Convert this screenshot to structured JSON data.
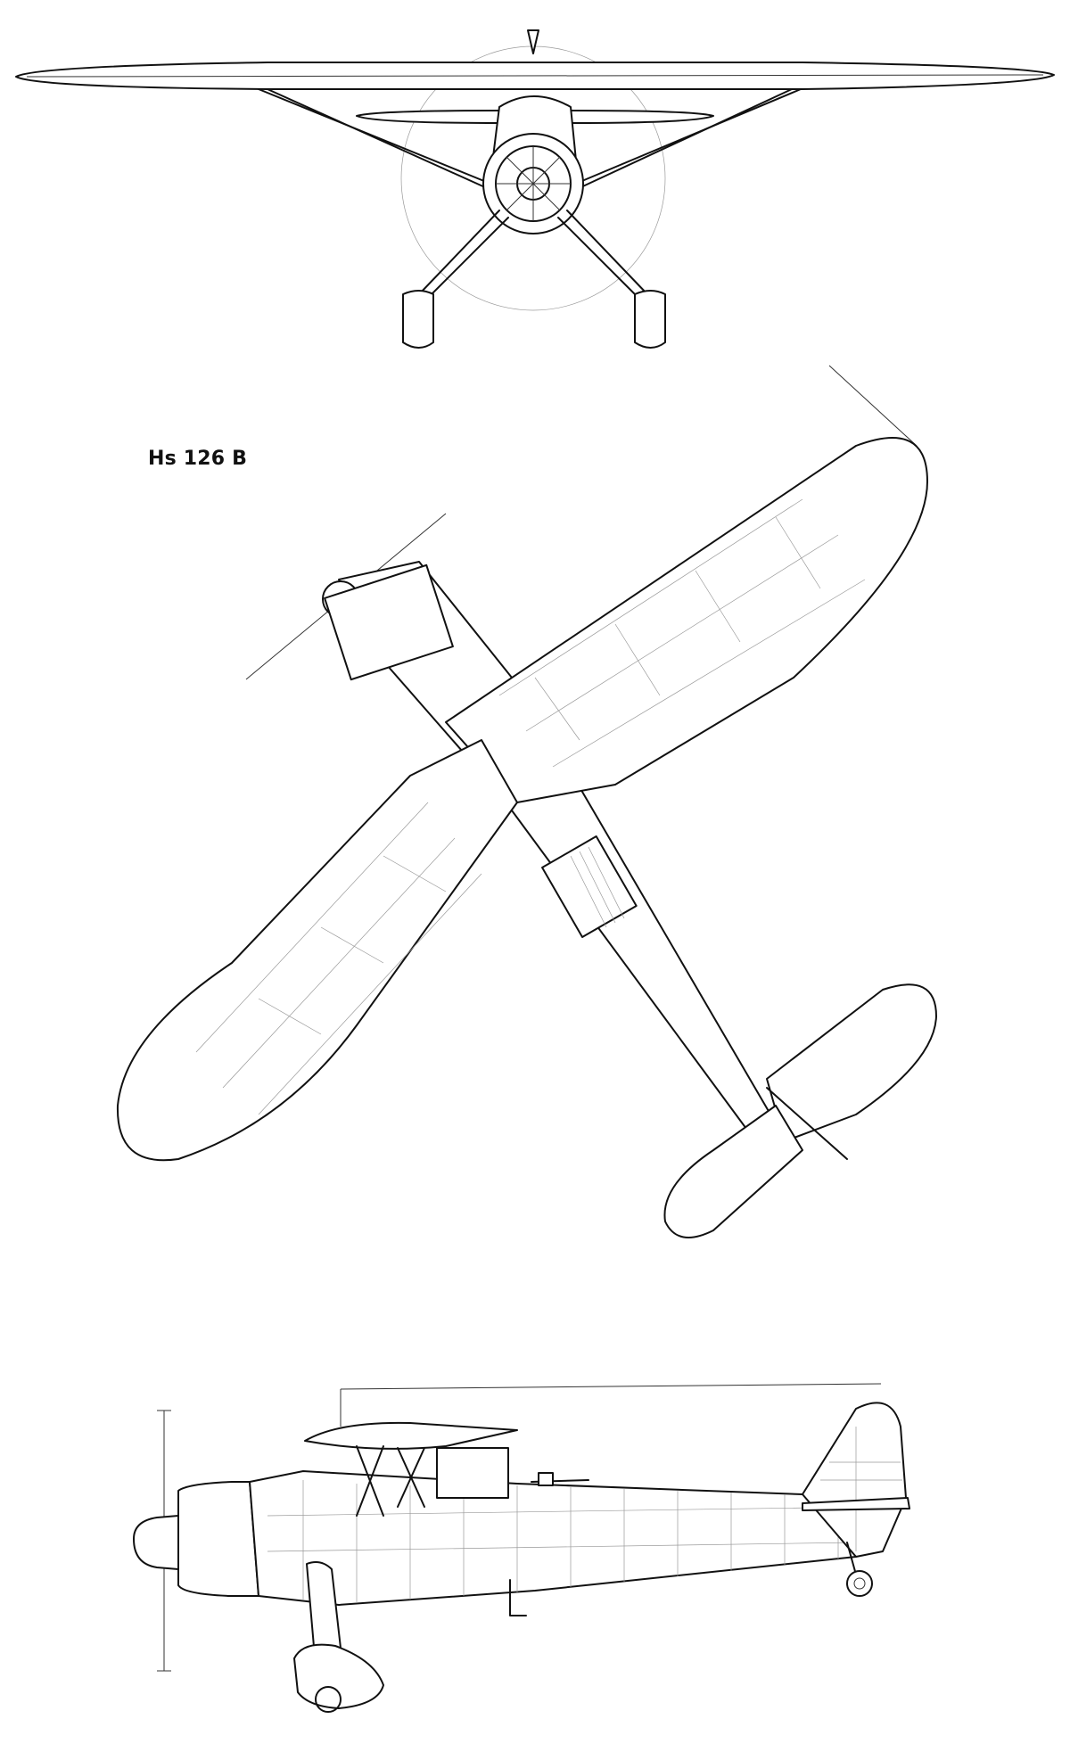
{
  "drawing": {
    "title": "Hs 126 B",
    "views": [
      {
        "name": "front-view"
      },
      {
        "name": "top-view"
      },
      {
        "name": "side-view"
      }
    ]
  }
}
